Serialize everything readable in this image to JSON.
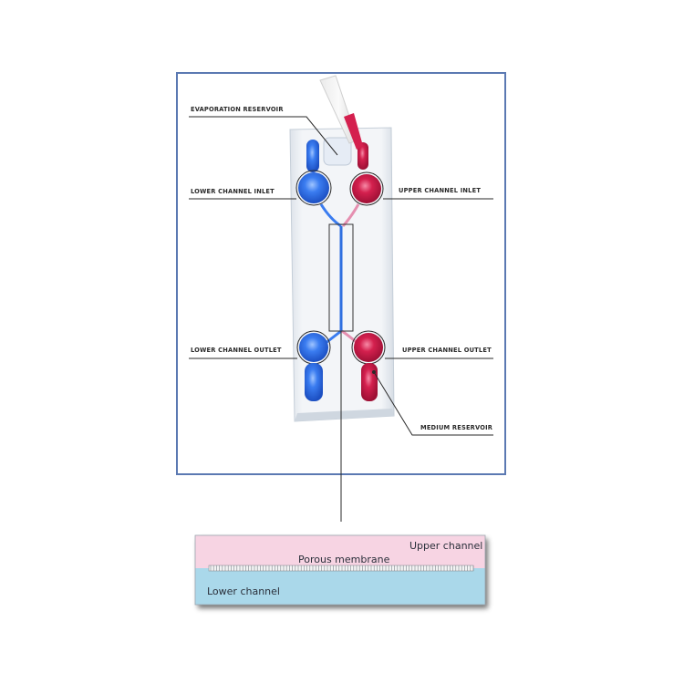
{
  "callouts": {
    "evaporation_reservoir": "EVAPORATION RESERVOIR",
    "lower_channel_inlet": "LOWER CHANNEL INLET",
    "upper_channel_inlet": "UPPER CHANNEL INLET",
    "lower_channel_outlet": "LOWER CHANNEL OUTLET",
    "upper_channel_outlet": "UPPER CHANNEL OUTLET",
    "medium_reservoir": "MEDIUM RESERVOIR"
  },
  "cross_section": {
    "upper_channel": "Upper channel",
    "porous_membrane": "Porous membrane",
    "lower_channel": "Lower channel"
  },
  "colors": {
    "frame_border": "#5b79b2",
    "blue_fluid": "#2f6fe0",
    "red_fluid": "#d8204f",
    "upper_channel_fill": "#f7d4e3",
    "lower_channel_fill": "#aad8ea"
  }
}
